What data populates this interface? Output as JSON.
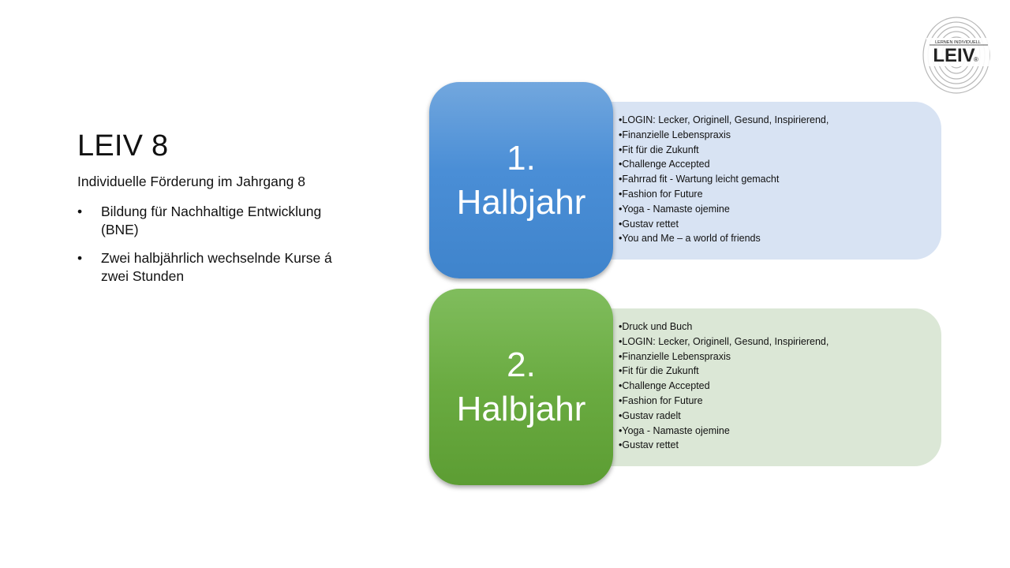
{
  "slide": {
    "title": "LEIV 8",
    "subtitle": "Individuelle Förderung im Jahrgang 8",
    "bullets": [
      "Bildung für Nachhaltige Entwicklung (BNE)",
      "Zwei halbjährlich wechselnde Kurse á zwei Stunden"
    ]
  },
  "logo": {
    "tagline": "LERNEN INDIVIDUELL",
    "wordmark": "LEIV",
    "registered": "®",
    "icon": "fingerprint-icon"
  },
  "semesters": [
    {
      "number": "1.",
      "label": "Halbjahr",
      "color": "#4a8ed6",
      "courses": [
        "LOGIN: Lecker, Originell, Gesund, Inspirierend,",
        "Finanzielle Lebenspraxis",
        "Fit für die Zukunft",
        "Challenge Accepted",
        "Fahrrad fit - Wartung leicht gemacht",
        "Fashion for Future",
        "Yoga - Namaste ojemine",
        "Gustav rettet",
        "You and Me – a world of friends"
      ]
    },
    {
      "number": "2.",
      "label": "Halbjahr",
      "color": "#6aab41",
      "courses": [
        "Druck und Buch",
        "LOGIN: Lecker, Originell, Gesund, Inspirierend,",
        "Finanzielle Lebenspraxis",
        "Fit für die Zukunft",
        "Challenge Accepted",
        "Fashion for Future",
        "Gustav radelt",
        "Yoga - Namaste ojemine",
        "Gustav rettet"
      ]
    }
  ]
}
